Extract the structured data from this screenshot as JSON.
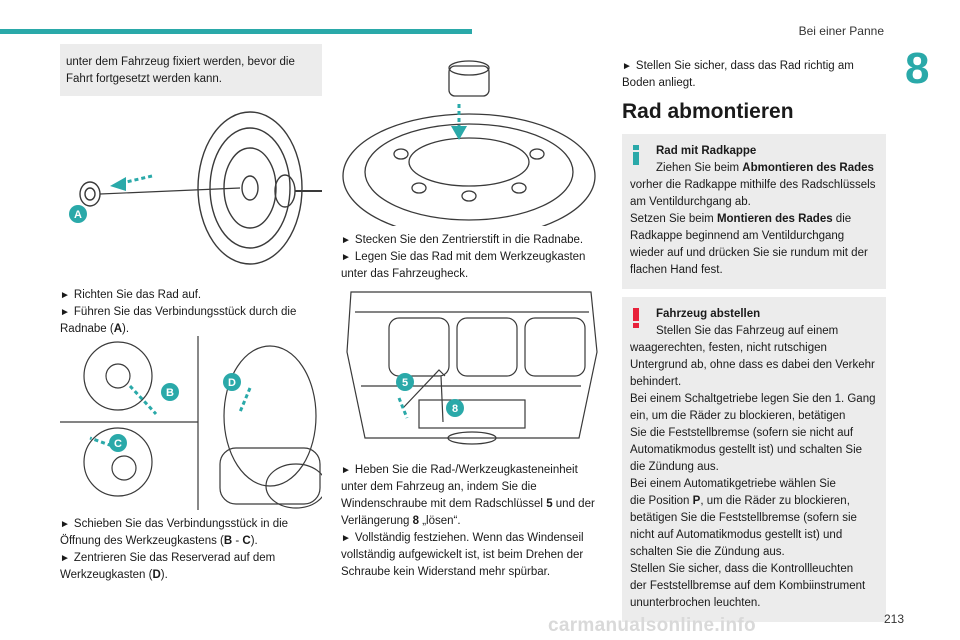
{
  "header": {
    "section": "Bei einer Panne",
    "chapter": "8",
    "accent": "#2aa9a9"
  },
  "page_number": "213",
  "watermark": "carmanualsonline.info",
  "col1": {
    "note": "unter dem Fahrzeug fixiert werden, bevor die Fahrt fortgesetzt werden kann.",
    "step1_l1": "Richten Sie das Rad auf.",
    "step2_l1": "Führen Sie das Verbindungsstück durch die",
    "step2_l2": "Radnabe (",
    "step2_bold": "A",
    "step2_end": ").",
    "step3_l1": "Schieben Sie das Verbindungsstück in die",
    "step3_l2a": "Öffnung des Werkzeugkastens (",
    "step3_b": "B",
    "step3_mid": " - ",
    "step3_c": "C",
    "step3_end": ").",
    "step4_l1": "Zentrieren Sie das Reserverad auf dem",
    "step4_l2": "Werkzeugkasten (",
    "step4_d": "D",
    "step4_end": ").",
    "fig_labels": {
      "a": "A",
      "b": "B",
      "c": "C",
      "d": "D"
    }
  },
  "col2": {
    "s1": "Stecken Sie den Zentrierstift in die Radnabe.",
    "s2_l1": "Legen Sie das Rad mit dem Werkzeugkasten",
    "s2_l2": "unter das Fahrzeugheck.",
    "s3_l1": "Heben Sie die Rad-/Werkzeugkasteneinheit",
    "s3_l2": "unter dem Fahrzeug an, indem Sie die",
    "s3_l3a": "Windenschraube mit dem Radschlüssel ",
    "s3_l3b": "5",
    "s3_l3c": " und der",
    "s3_l4a": "Verlängerung ",
    "s3_l4b": "8",
    "s3_l4c": " „lösen“.",
    "s4_l1": "Vollständig festziehen. Wenn das Windenseil",
    "s4_l2": "vollständig aufgewickelt ist, ist beim Drehen der",
    "s4_l3": "Schraube kein Widerstand mehr spürbar.",
    "fig_labels": {
      "five": "5",
      "eight": "8"
    }
  },
  "col3": {
    "s1_l1": "Stellen Sie sicher, dass das Rad richtig am",
    "s1_l2": "Boden anliegt.",
    "heading": "Rad abmontieren",
    "info": {
      "title": "Rad mit Radkappe",
      "l1a": "Ziehen Sie beim ",
      "l1b": "Abmontieren des Rades",
      "l2": "vorher die Radkappe mithilfe des Radschlüssels",
      "l3": "am Ventildurchgang ab.",
      "l4a": "Setzen Sie beim ",
      "l4b": "Montieren des Rades",
      "l4c": " die",
      "l5": "Radkappe beginnend am Ventildurchgang",
      "l6": "wieder auf und drücken Sie sie rundum mit der",
      "l7": "flachen Hand fest."
    },
    "warn": {
      "title": "Fahrzeug abstellen",
      "l1": "Stellen Sie das Fahrzeug auf einem",
      "l2": "waagerechten, festen, nicht rutschigen",
      "l3": "Untergrund ab, ohne dass es dabei den Verkehr",
      "l4": "behindert.",
      "l5": "Bei einem Schaltgetriebe legen Sie den 1. Gang",
      "l6": "ein, um die Räder zu blockieren, betätigen",
      "l7": "Sie die Feststellbremse (sofern sie nicht auf",
      "l8": "Automatikmodus gestellt ist) und schalten Sie",
      "l9": "die Zündung aus.",
      "l10": "Bei einem Automatikgetriebe wählen Sie",
      "l11a": "die Position ",
      "l11b": "P",
      "l11c": ", um die Räder zu blockieren,",
      "l12": "betätigen Sie die Feststellbremse (sofern sie",
      "l13": "nicht auf Automatikmodus gestellt ist) und",
      "l14": "schalten Sie die Zündung aus.",
      "l15": "Stellen Sie sicher, dass die Kontrollleuchten",
      "l16": "der Feststellbremse auf dem Kombiinstrument",
      "l17": "ununterbrochen leuchten."
    },
    "info_color": "#2aa9a9",
    "warn_color": "#e8213a"
  }
}
